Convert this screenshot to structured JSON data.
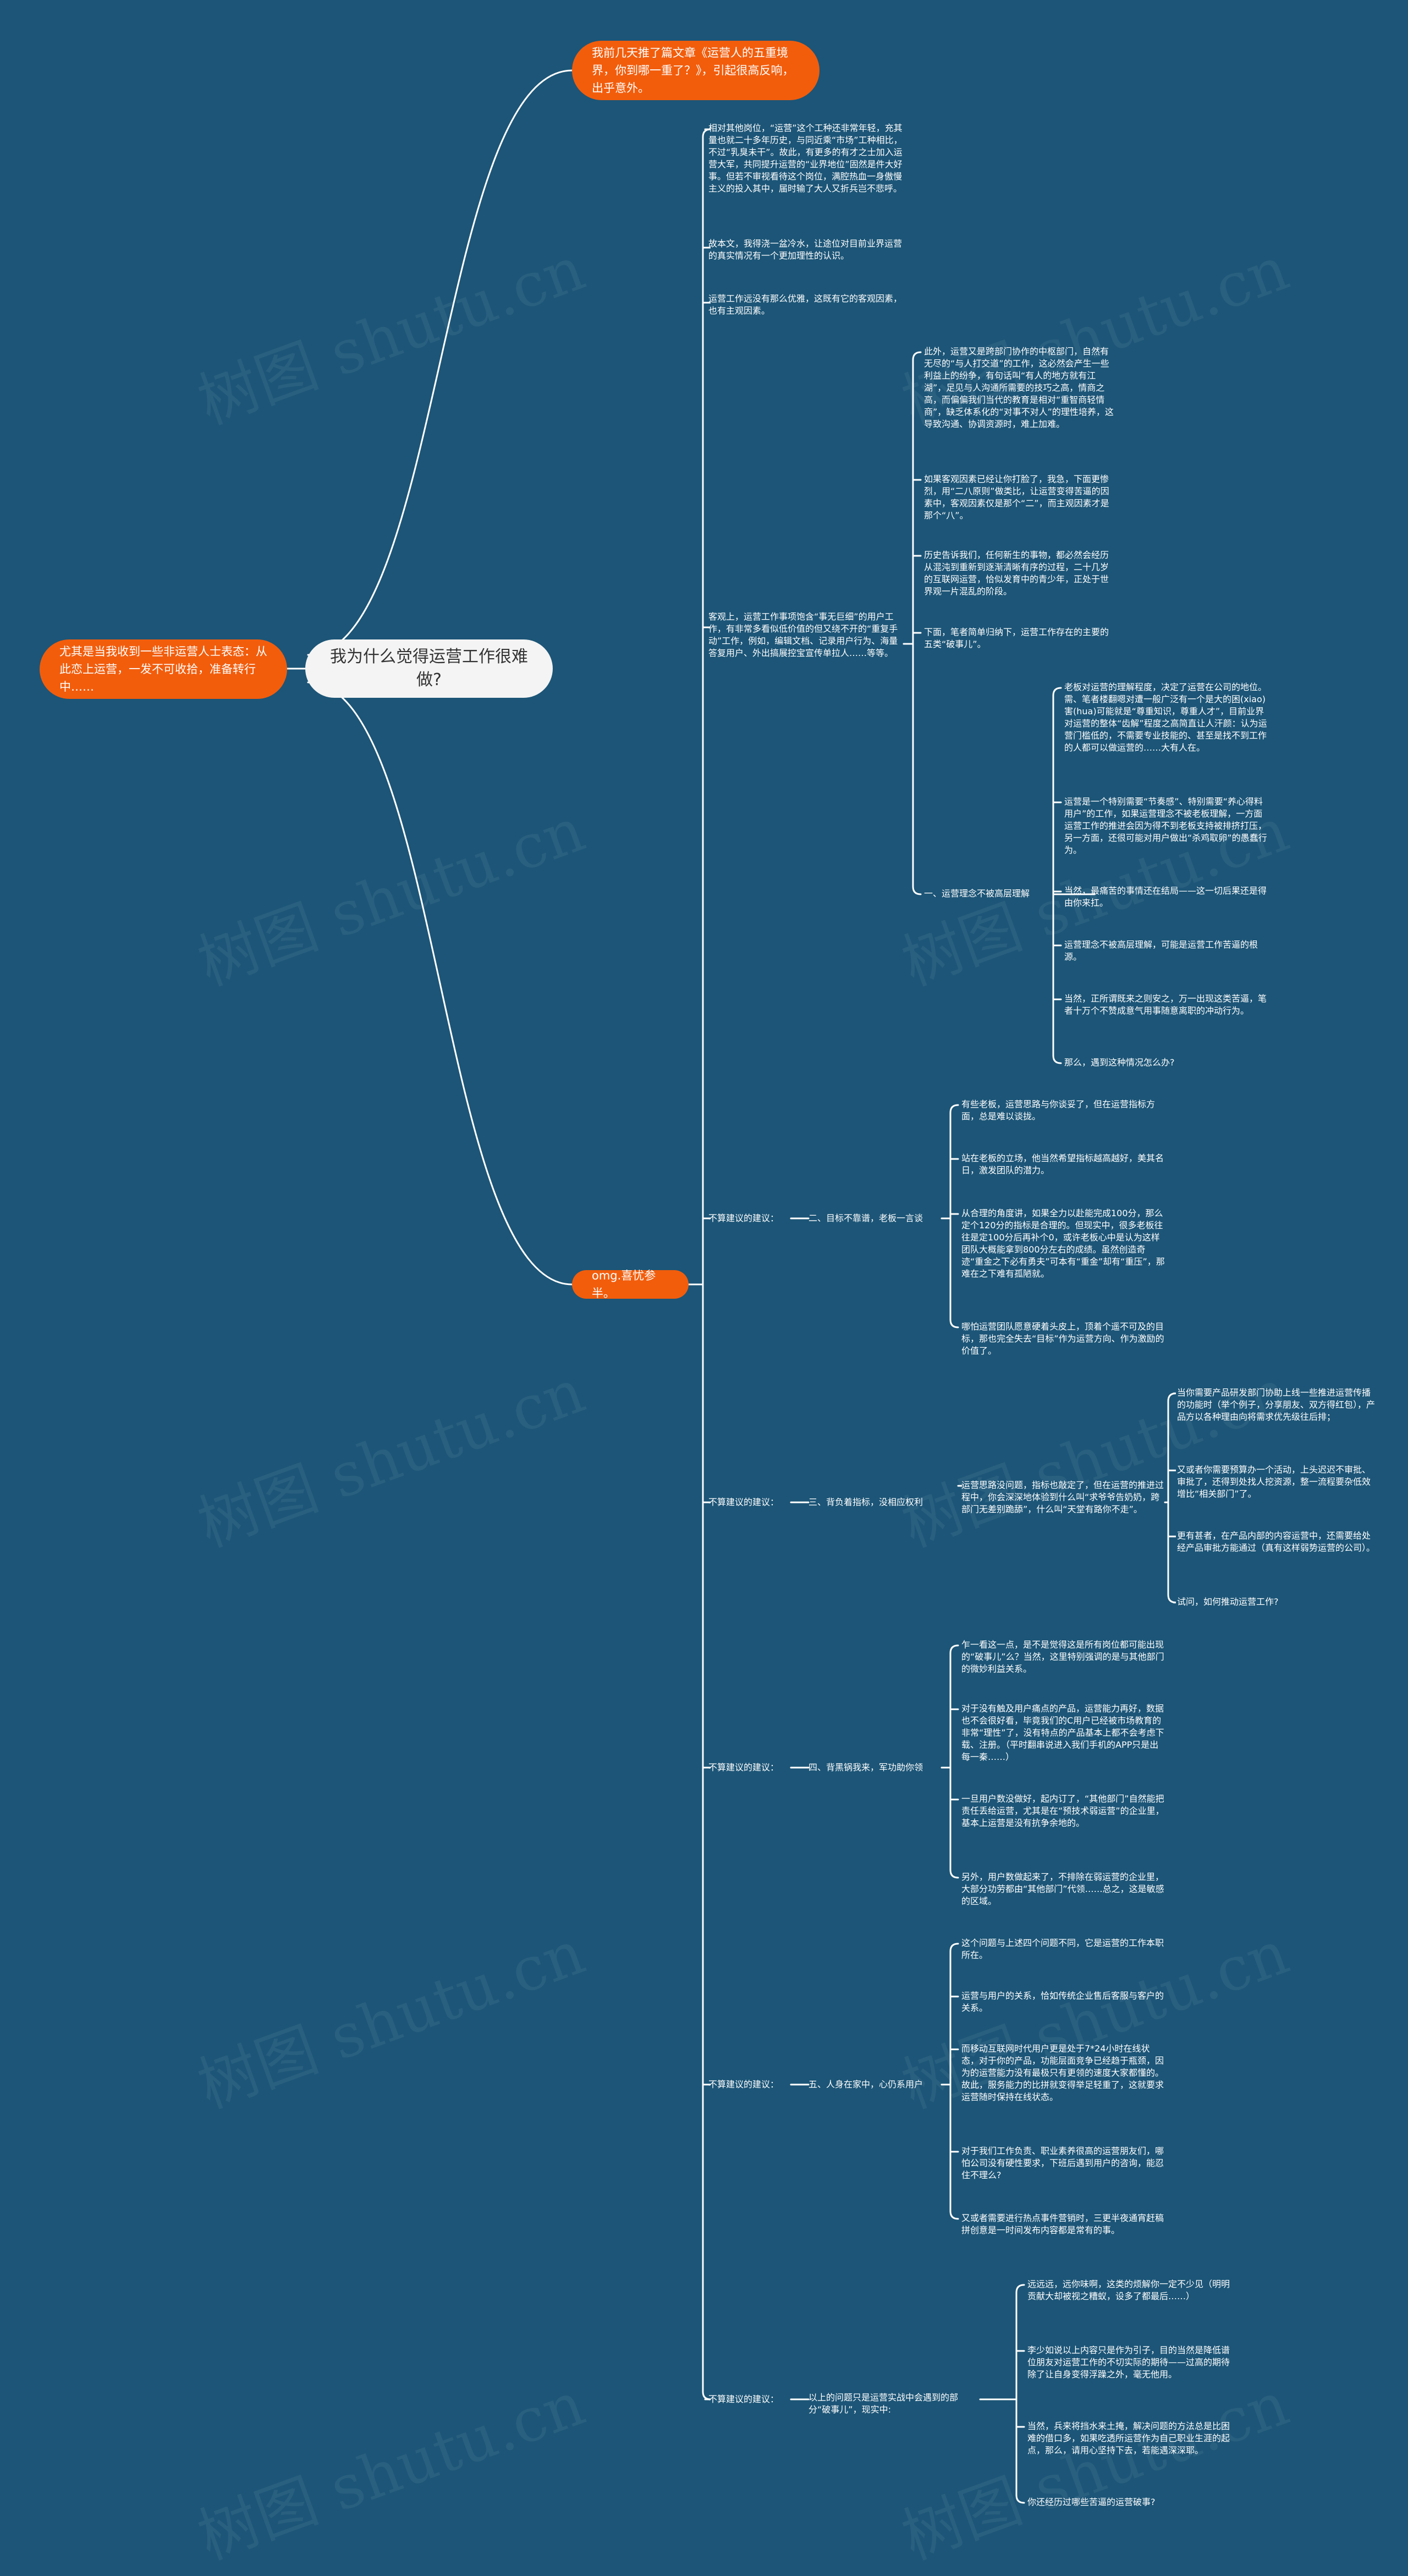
{
  "watermark": "树图 shutu.cn",
  "root": "我为什么觉得运营工作很难做?",
  "left_note": "尤其是当我收到一些非运营人士表态：从此恋上运营，一发不可收拾，准备转行中……",
  "top_note": "我前几天推了篇文章《运营人的五重境界，你到哪一重了？》，引起很高反响，出乎意外。",
  "omg": "omg.喜忧参半。",
  "intro": [
    "相对其他岗位，“运营”这个工种还非常年轻，充其量也就二十多年历史，与同近乘“市场”工种相比，不过“乳臭未干”。故此，有更多的有才之士加入运营大军，共同提升运营的“业界地位”固然是件大好事。但若不审视看待这个岗位，满腔热血一身傲慢主义的投入其中，届时输了大人又折兵岂不悲呼。",
    "故本文，我得浇一盆冷水，让途位对目前业界运营的真实情况有一个更加理性的认识。",
    "运营工作远没有那么优雅，这既有它的客观因素，也有主观因素。"
  ],
  "b1_label": "客观上，运营工作事项饱含“事无巨细”的用户工作，有非常多看似低价值的但又绕不开的“重复手动”工作，例如，编辑文档、记录用户行为、海量答复用户、外出搞展控宝宣传单拉人……等等。",
  "b1_items": [
    "此外，运营又是跨部门协作的中枢部门，自然有无尽的“与人打交道”的工作，这必然会产生一些利益上的纷争，有句话叫“有人的地方就有江湖”，足见与人沟通所需要的技巧之高，情商之高，而偏偏我们当代的教育是相对“重智商轻情商”，缺乏体系化的“对事不对人”的理性培养，这导致沟通、协调资源时，难上加难。",
    "如果客观因素已经让你打脸了，我急，下面更惨烈，用“二八原则”做类比，让运营变得苦逼的因素中，客观因素仅是那个“二”，而主观因素才是那个“八”。",
    "历史告诉我们，任何新生的事物，都必然会经历从混沌到重新到逐渐清晰有序的过程，二十几岁的互联网运营，恰似发育中的青少年，正处于世界观一片混乱的阶段。",
    "下面，笔者简单归纳下，运营工作存在的主要的五类“破事儿”。"
  ],
  "b1_sub_label": "一、运营理念不被高层理解",
  "b1_sub_items": [
    "老板对运营的理解程度，决定了运营在公司的地位。需、笔者楼翻嗯对遭一般广泛有一个是大的困(xiao)害(hua)可能就是“尊重知识，尊重人才”，目前业界对运营的整体“齿解”程度之高简直让人汗颜：认为运营门槛低的，不需要专业技能的、甚至是找不到工作的人都可以做运营的……大有人在。",
    "运营是一个特别需要“节奏感”、特别需要“养心得料用户”的工作，如果运营理念不被老板理解，一方面运营工作的推进会因为得不到老板支持被排挤打压，另一方面，还很可能对用户做出“杀鸡取卵”的愚蠢行为。",
    "当然，最痛苦的事情还在结局——这一切后果还是得由你来扛。",
    "运营理念不被高层理解，可能是运营工作苦逼的根源。",
    "当然，正所谓既来之则安之，万一出现这类苦逼，笔者十万个不赞成意气用事随意离职的冲动行为。",
    "那么，遇到这种情况怎么办?"
  ],
  "b2_label": "不算建议的建议：",
  "b2_mid": "二、目标不靠谱，老板一言谈",
  "b2_items": [
    "有些老板，运营思路与你谈妥了，但在运营指标方面，总是难以谈拢。",
    "站在老板的立场，他当然希望指标越高越好，美其名日，激发团队的潜力。",
    "从合理的角度讲，如果全力以赴能完成100分，那么定个120分的指标是合理的。但现实中，很多老板往往是定100分后再补个0，或许老板心中是认为这样团队大概能拿到800分左右的成绩。虽然创造奇迹“重金之下必有勇夫”可本有“重金”却有“重压”，那难在之下难有孤陋就。",
    "哪怕运营团队愿意硬着头皮上，顶着个遥不可及的目标，那也完全失去“目标”作为运营方向、作为激励的价值了。"
  ],
  "b3_label": "不算建议的建议：",
  "b3_mid": "三、背负着指标，没相应权利",
  "b3_items": [
    "运营思路没问题，指标也敲定了，但在运营的推进过程中，你会深深地体验到什么叫“求爷爷告奶奶，跨部门无差别跪舔”，什么叫“天堂有路你不走”。",
    "当你需要产品研发部门协助上线一些推进运营传播的功能时（举个例子，分享朋友、双方得红包），产品方以各种理由向将需求优先级往后排；",
    "又或者你需要预算办一个活动，上头迟迟不审批、审批了，还得到处找人挖资源，整一流程要杂低效增比“相关部门”了。",
    "更有甚者，在产品内部的内容运营中，还需要给处经产品审批方能通过（真有这样弱势运营的公司）。",
    "试问，如何推动运营工作?"
  ],
  "b4_label": "不算建议的建议：",
  "b4_mid": "四、背黑锅我来，军功助你领",
  "b4_items": [
    "乍一看这一点，是不是觉得这是所有岗位都可能出现的“破事儿”么？当然，这里特别强调的是与其他部门的微妙利益关系。",
    "对于没有触及用户痛点的产品，运营能力再好，数据也不会很好看，毕竟我们的C用户已经被市场教育的非常“理性”了，没有特点的产品基本上都不会考虑下载、注册。（平时翻串说进入我们手机的APP只是出每一秦……）",
    "一旦用户数没做好，起内订了，“其他部门”自然能把责任丢给运营，尤其是在“预技术弱运营”的企业里，基本上运营是没有抗争余地的。",
    "另外，用户数做起来了，不排除在弱运营的企业里，大部分功劳都由“其他部门”代领……总之，这是敏感的区域。"
  ],
  "b5_label": "不算建议的建议：",
  "b5_mid": "五、人身在家中，心仍系用户",
  "b5_items": [
    "这个问题与上述四个问题不同，它是运营的工作本职所在。",
    "运营与用户的关系，恰如传统企业售后客服与客户的关系。",
    "而移动互联网时代用户更是处于7*24小时在线状态，对于你的产品，功能层面竞争已经趋于瓶颈，因为的运营能力没有最极只有更领的速度大家都懂的。故此，服务能力的比拼就变得举足轻重了，这就要求运营随时保持在线状态。",
    "对于我们工作负责、职业素养很高的运营朋友们，哪怕公司没有硬性要求，下班后遇到用户的咨询，能忍住不理么?",
    "又或者需要进行热点事件营销时，三更半夜通宵赶稿拼创意是一时间发布内容都是常有的事。"
  ],
  "b6_label": "不算建议的建议：",
  "b6_mid": "以上的问题只是运营实战中会遇到的部分“破事儿”，现实中:",
  "b6_items": [
    "远远远，远你味啊，这类的烦解你一定不少见（明明贡献大却被视之糟蚁，设多了都最后……）",
    "李少如说以上内容只是作为引子，目的当然是降低谱位朋友对运营工作的不切实际的期待——过高的期待除了让自身变得浮躁之外，毫无他用。",
    "当然，兵来将挡水来土掩，解决问题的方法总是比困难的借口多，如果吃透所运营作为自己职业生涯的起点，那么，请用心坚持下去，若能遇深深耶。",
    "你还经历过哪些苦逼的运营破事?"
  ]
}
